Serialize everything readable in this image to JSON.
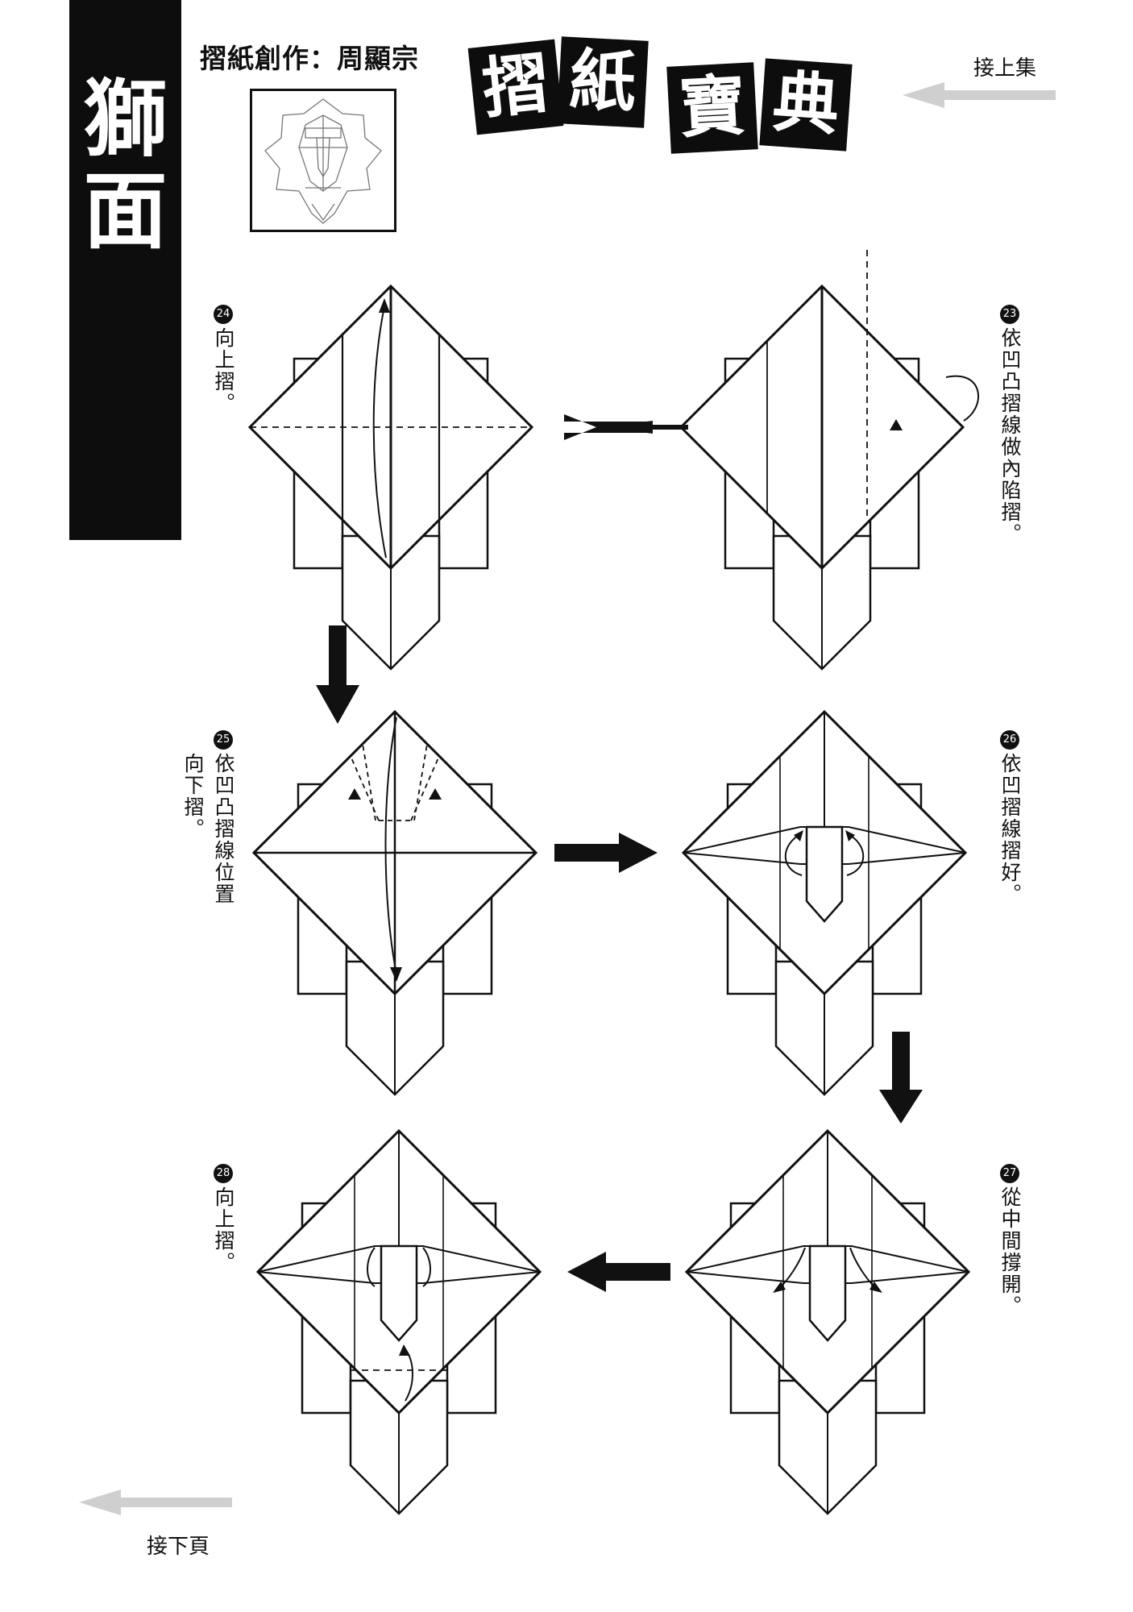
{
  "side_title": [
    "獅",
    "面"
  ],
  "creator": "摺紙創作：周顯宗",
  "series_title": [
    "摺",
    "紙",
    "寶",
    "典"
  ],
  "nav": {
    "prev": "接上集",
    "next": "接下頁"
  },
  "steps": [
    {
      "num": "23",
      "text": "依凹凸摺線做內陷摺。"
    },
    {
      "num": "24",
      "text": "向上摺。"
    },
    {
      "num": "25",
      "text": [
        "依凹凸摺線位置",
        "向下摺。"
      ]
    },
    {
      "num": "26",
      "text": "依凹摺線摺好。"
    },
    {
      "num": "27",
      "text": "從中間撐開。"
    },
    {
      "num": "28",
      "text": "向上摺。"
    }
  ],
  "colors": {
    "ink": "#111111",
    "banner": "#0d0d0d",
    "arrow_gray": "#cfcfcf"
  }
}
